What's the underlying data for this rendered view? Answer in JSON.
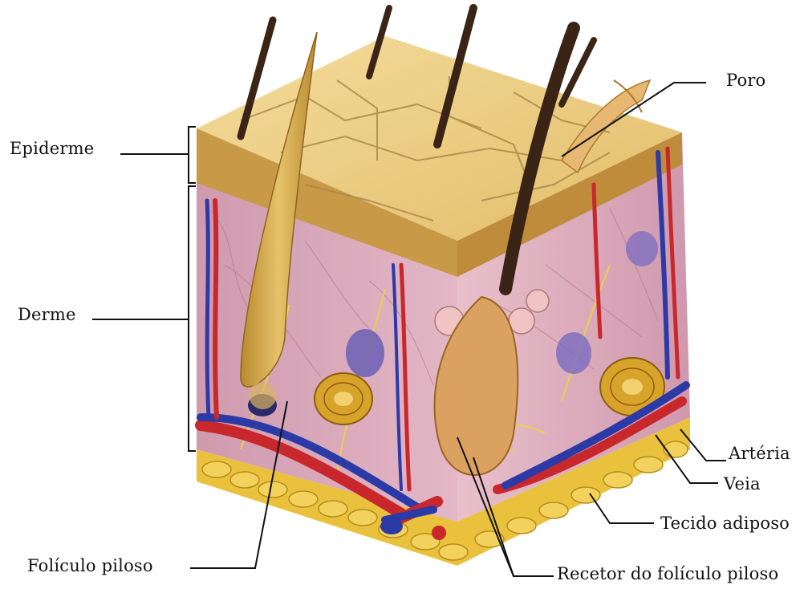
{
  "labels": {
    "epiderme": "Epiderme",
    "derme": "Derme",
    "poro": "Poro",
    "arteria": "Artéria",
    "veia": "Veia",
    "tecido_adiposo": "Tecido adiposo",
    "foliculo_piloso": "Folículo piloso",
    "recetor": "Recetor do folículo piloso"
  },
  "colors": {
    "epidermis_top": "#e9c879",
    "epidermis_side": "#c89a47",
    "dermis": "#d7a3b5",
    "fat": "#e9c13d",
    "artery": "#c8272b",
    "vein": "#2b3aa6",
    "hair": "#3a2416",
    "nerve": "#e8d24a"
  }
}
